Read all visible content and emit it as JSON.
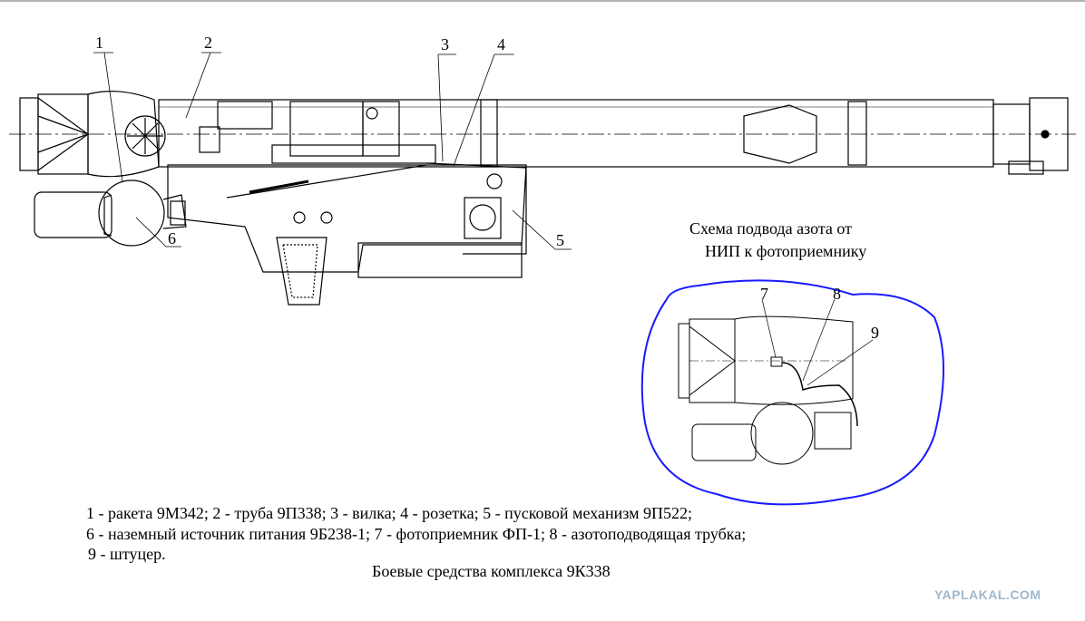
{
  "callouts": {
    "n1": "1",
    "n2": "2",
    "n3": "3",
    "n4": "4",
    "n5": "5",
    "n6": "6",
    "n7": "7",
    "n8": "8",
    "n9": "9"
  },
  "inset": {
    "caption_line1": "Схема подвода азота от",
    "caption_line2": "НИП к фотоприемнику",
    "outline_color": "#1a1aff"
  },
  "legend": {
    "line1": "1 - ракета 9М342; 2 - труба 9П338; 3 - вилка; 4 - розетка; 5 - пусковой механизм 9П522;",
    "line2": "6 - наземный источник питания 9Б238-1; 7 - фотоприемник ФП-1; 8 - азотоподводящая трубка;",
    "line3": "9 - штуцер."
  },
  "title": "Боевые средства комплекса 9К338",
  "watermark": "YAPLAKAL.COM"
}
